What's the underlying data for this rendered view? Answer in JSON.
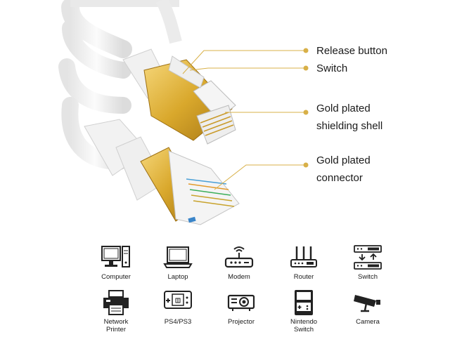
{
  "callouts": {
    "release_button": "Release button",
    "switch": "Switch",
    "shielding_line1": "Gold plated",
    "shielding_line2": "shielding shell",
    "connector_line1": "Gold plated",
    "connector_line2": "connector"
  },
  "colors": {
    "accent_gold": "#d8b048",
    "connector_gold": "#e3b33c",
    "cable_white": "#f2f2f2"
  },
  "devices": [
    {
      "icon": "computer-icon",
      "label": "Computer"
    },
    {
      "icon": "laptop-icon",
      "label": "Laptop"
    },
    {
      "icon": "modem-icon",
      "label": "Modem"
    },
    {
      "icon": "router-icon",
      "label": "Router"
    },
    {
      "icon": "switch-icon",
      "label": "Switch"
    },
    {
      "icon": "network-printer-icon",
      "label_line1": "Network",
      "label_line2": "Printer"
    },
    {
      "icon": "gamepad-icon",
      "label": "PS4/PS3"
    },
    {
      "icon": "projector-icon",
      "label": "Projector"
    },
    {
      "icon": "nintendo-switch-icon",
      "label_line1": "Nintendo",
      "label_line2": "Switch"
    },
    {
      "icon": "camera-icon",
      "label": "Camera"
    }
  ]
}
